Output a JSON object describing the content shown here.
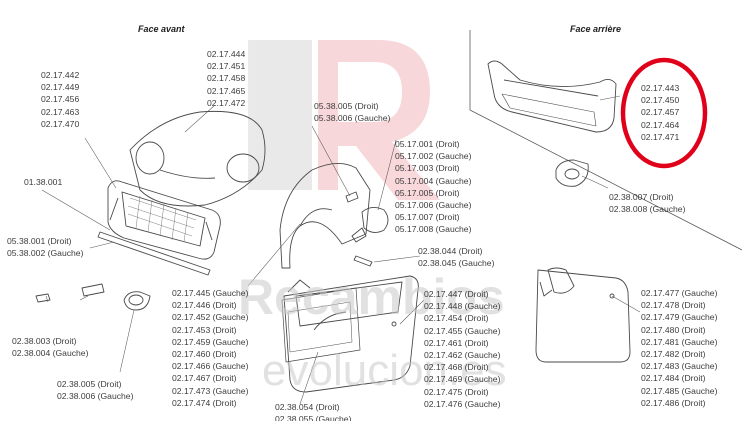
{
  "headings": {
    "front": "Face avant",
    "rear": "Face arrière"
  },
  "watermark": {
    "line1": "Recambios",
    "line2": "evolucion.es"
  },
  "colors": {
    "highlight": "#e0001a",
    "line": "#4a4a4a",
    "text": "#3c3c3c",
    "logo_red": "#f2b8bd",
    "logo_grey": "#d8d8d8"
  },
  "labels": {
    "hood": [
      "02.17.444",
      "02.17.451",
      "02.17.458",
      "02.17.465",
      "02.17.472"
    ],
    "bumper_front": [
      "02.17.442",
      "02.17.449",
      "02.17.456",
      "02.17.463",
      "02.17.470"
    ],
    "grille": [
      "01.38.001"
    ],
    "moulding": [
      "05.38.001 (Droit)",
      "05.38.002 (Gauche)"
    ],
    "fog_lamp_front": [
      "02.38.003 (Droit)",
      "02.38.004 (Gauche)"
    ],
    "fog_bezel_front": [
      "02.38.005 (Droit)",
      "02.38.006 (Gauche)"
    ],
    "fender": [
      "02.17.445 (Gauche)",
      "02.17.446 (Droit)",
      "02.17.452 (Gauche)",
      "02.17.453 (Droit)",
      "02.17.459 (Gauche)",
      "02.17.460 (Droit)",
      "02.17.466 (Gauche)",
      "02.17.467 (Droit)",
      "02.17.473 (Gauche)",
      "02.17.474 (Droit)"
    ],
    "indicator": [
      "05.38.005 (Droit)",
      "05.38.006 (Gauche)"
    ],
    "mirror": [
      "05.17.001 (Droit)",
      "05.17.002 (Gauche)",
      "05.17.003 (Droit)",
      "05.17.004 (Gauche)",
      "05.17.005 (Droit)",
      "05.17.006 (Gauche)",
      "05.17.007 (Droit)",
      "05.17.008 (Gauche)"
    ],
    "trim_strip": [
      "02.38.044 (Droit)",
      "02.38.045 (Gauche)"
    ],
    "door_trim": [
      "02.38.054 (Droit)",
      "02.38.055 (Gauche)"
    ],
    "door_front": [
      "02.17.447 (Droit)",
      "02.17.448 (Gauche)",
      "02.17.454 (Droit)",
      "02.17.455 (Gauche)",
      "02.17.461 (Droit)",
      "02.17.462 (Gauche)",
      "02.17.468 (Droit)",
      "02.17.469 (Gauche)",
      "02.17.475 (Droit)",
      "02.17.476 (Gauche)"
    ],
    "door_rear": [
      "02.17.477 (Gauche)",
      "02.17.478 (Droit)",
      "02.17.479 (Gauche)",
      "02.17.480 (Droit)",
      "02.17.481 (Gauche)",
      "02.17.482 (Droit)",
      "02.17.483 (Gauche)",
      "02.17.484 (Droit)",
      "02.17.485 (Gauche)",
      "02.17.486 (Droit)"
    ],
    "bumper_rear": [
      "02.17.443",
      "02.17.450",
      "02.17.457",
      "02.17.464",
      "02.17.471"
    ],
    "fog_rear": [
      "02.38.007 (Droit)",
      "02.38.008 (Gauche)"
    ]
  }
}
